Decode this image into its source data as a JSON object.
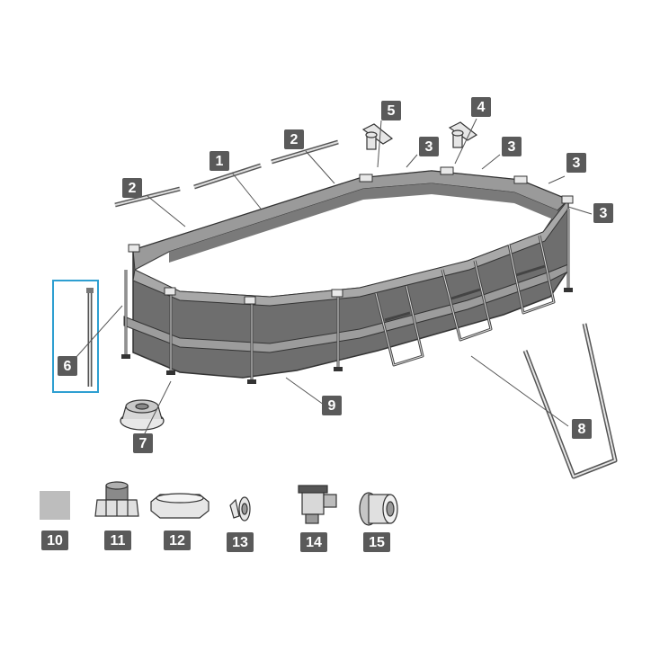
{
  "labels": {
    "p1": "1",
    "p2a": "2",
    "p2b": "2",
    "p3a": "3",
    "p3b": "3",
    "p3c": "3",
    "p3d": "3",
    "p4": "4",
    "p5": "5",
    "p6": "6",
    "p7": "7",
    "p8": "8",
    "p9": "9",
    "p10": "10",
    "p11": "11",
    "p12": "12",
    "p13": "13",
    "p14": "14",
    "p15": "15"
  },
  "colors": {
    "badge": "#5a5a5a",
    "highlight": "#2e9fd1",
    "pool_wall": "#6e6e6e",
    "pool_band": "#8a8a8a",
    "liner_swatch": "#bdbdbd"
  }
}
